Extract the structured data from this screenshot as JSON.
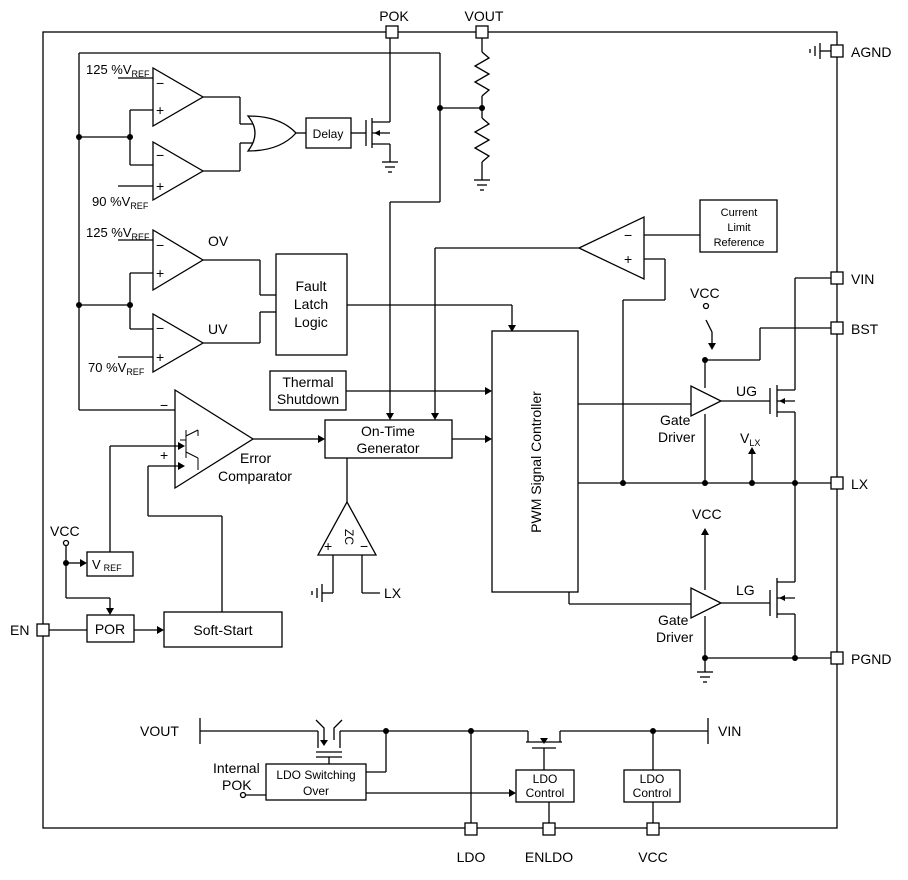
{
  "pins": {
    "pok": "POK",
    "vout_top": "VOUT",
    "agnd": "AGND",
    "vin": "VIN",
    "bst": "BST",
    "lx": "LX",
    "pgnd": "PGND",
    "ldo": "LDO",
    "enldo": "ENLDO",
    "vcc_bottom": "VCC",
    "en": "EN"
  },
  "blocks": {
    "delay": "Delay",
    "fault_latch": [
      "Fault",
      "Latch",
      "Logic"
    ],
    "thermal": [
      "Thermal",
      "Shutdown"
    ],
    "on_time": [
      "On-Time",
      "Generator"
    ],
    "pwm": "PWM Signal Controller",
    "current_limit": [
      "Current",
      "Limit",
      "Reference"
    ],
    "vref_box": {
      "main": "V",
      "sub": "REF"
    },
    "por": "POR",
    "soft_start": "Soft-Start",
    "ldo_switching": [
      "LDO Switching",
      "Over"
    ],
    "ldo_control_1": [
      "LDO",
      "Control"
    ],
    "ldo_control_2": [
      "LDO",
      "Control"
    ]
  },
  "labels": {
    "v125_top": {
      "prefix": "125 %",
      "main": "V",
      "sub": "REF"
    },
    "v90": {
      "prefix": "90 %",
      "main": "V",
      "sub": "REF"
    },
    "v125_mid": {
      "prefix": "125 %",
      "main": "V",
      "sub": "REF"
    },
    "v70": {
      "prefix": "70 %",
      "main": "V",
      "sub": "REF"
    },
    "ov": "OV",
    "uv": "UV",
    "error_comp": [
      "Error",
      "Comparator"
    ],
    "zc": "ZC",
    "zc_lx": "LX",
    "vcc_left": "VCC",
    "vcc_bst": "VCC",
    "vcc_lg": "VCC",
    "ug": "UG",
    "lg": "LG",
    "gate_driver_ug": [
      "Gate",
      "Driver"
    ],
    "gate_driver_lg": [
      "Gate",
      "Driver"
    ],
    "vlx": {
      "main": "V",
      "sub": "LX"
    },
    "vout_ldo": "VOUT",
    "vin_ldo": "VIN",
    "internal_pok": [
      "Internal",
      "POK"
    ],
    "minus": "−",
    "plus": "+"
  }
}
